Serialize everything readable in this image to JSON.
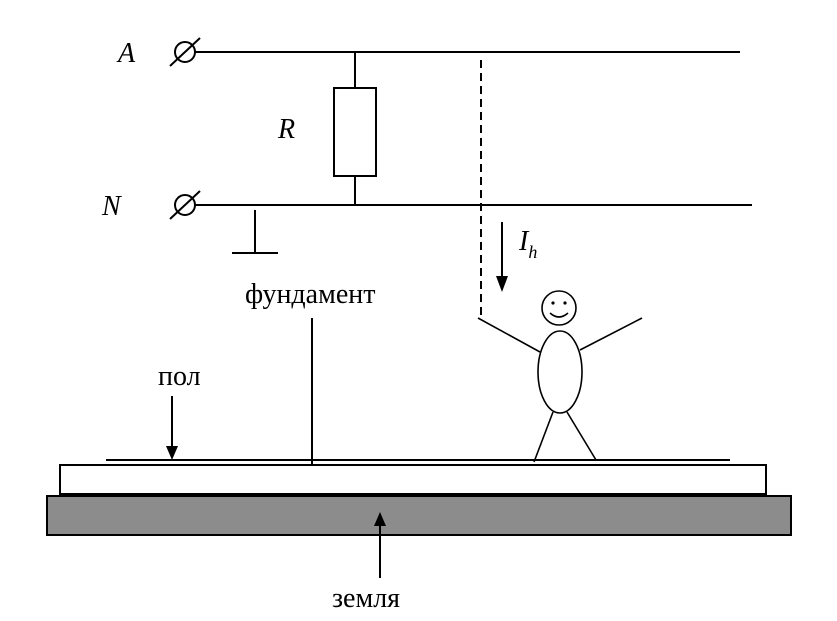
{
  "labels": {
    "phase": "A",
    "neutral": "N",
    "resistor": "R",
    "current": "I",
    "current_subscript": "h",
    "foundation": "фундамент",
    "floor": "пол",
    "ground": "земля"
  },
  "colors": {
    "ground_fill": "#8c8c8c",
    "foundation_fill": "#ffffff",
    "line": "#000000"
  }
}
